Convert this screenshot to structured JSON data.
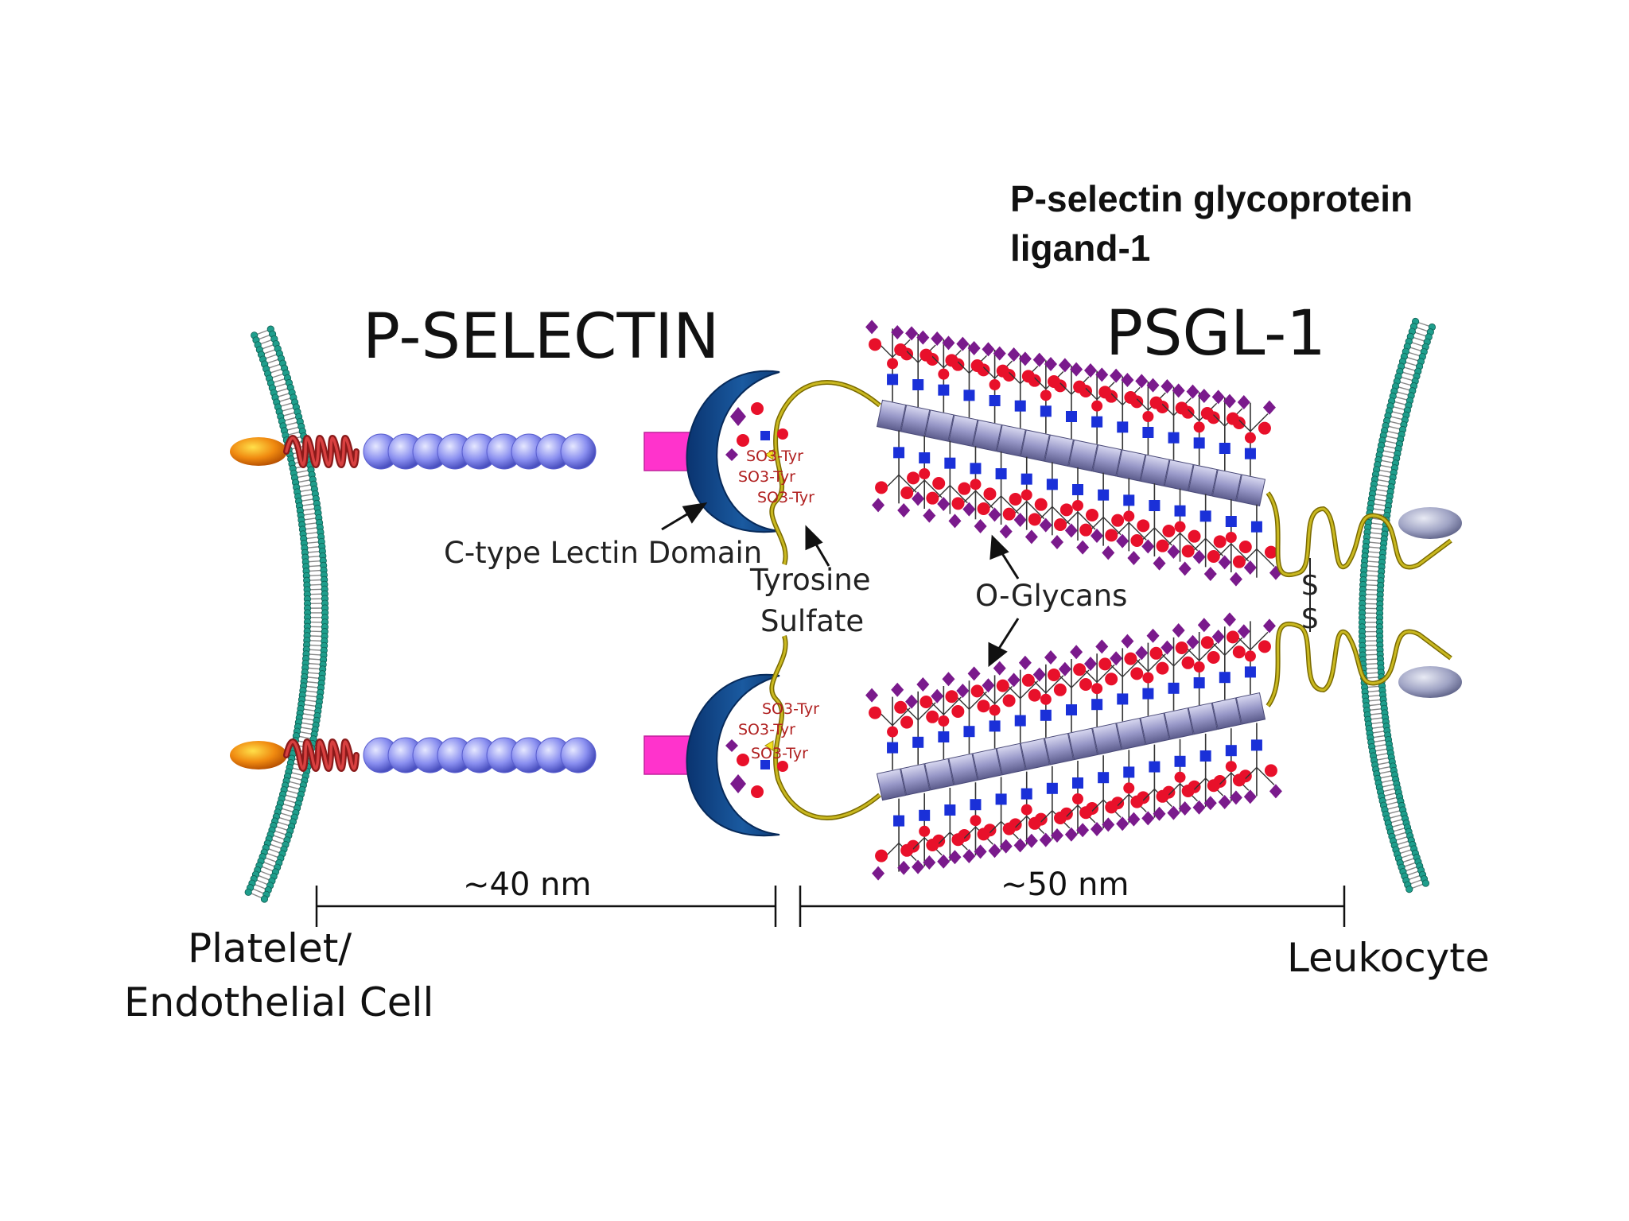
{
  "header": {
    "title_line1": "P-selectin glycoprotein",
    "title_line2": "ligand-1"
  },
  "labels": {
    "p_selectin": "P-SELECTIN",
    "psgl1": "PSGL-1",
    "lectin_domain": "C-type Lectin Domain",
    "tyrosine_line1": "Tyrosine",
    "tyrosine_line2": "Sulfate",
    "o_glycans": "O-Glycans",
    "platelet_line1": "Platelet/",
    "platelet_line2": "Endothelial Cell",
    "leukocyte": "Leukocyte",
    "disulfide_s1": "S",
    "disulfide_s2": "S"
  },
  "sulfation": {
    "top": [
      "SO3-Tyr",
      "SO3-Tyr",
      "SO3-Tyr"
    ],
    "bottom": [
      "SO3-Tyr",
      "SO3-Tyr",
      "SO3-Tyr"
    ]
  },
  "scale": {
    "left": "~40 nm",
    "right": "~50 nm"
  },
  "colors": {
    "membrane": "#1f9e8c",
    "bead": "#8a8ff0",
    "magenta": "#ff33cc",
    "lectin": "#0e4a8c",
    "stalk": "#c9b820",
    "rod": "#9898c8",
    "glycan_red": "#e8102a",
    "glycan_blue": "#1a30d8",
    "glycan_purple": "#7a1a8c",
    "sulfate_text": "#b02020"
  }
}
